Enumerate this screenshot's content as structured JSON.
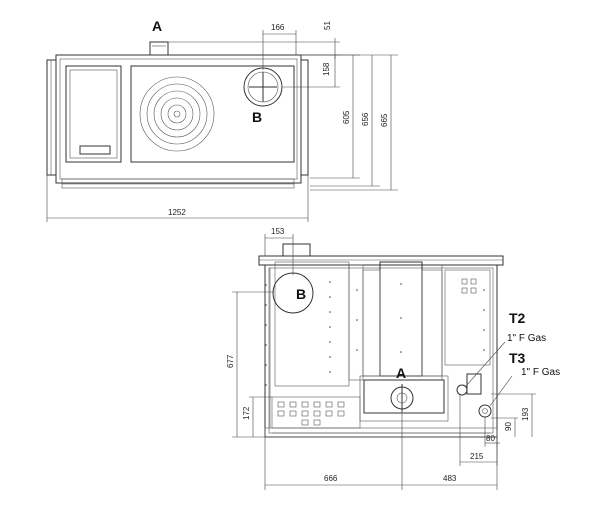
{
  "labels": {
    "A_top": "A",
    "B_top": "B",
    "B_front": "B",
    "A_front": "A",
    "T2": "T2",
    "T2_desc": "1\" F Gas",
    "T3": "T3",
    "T3_desc": "1\" F Gas"
  },
  "dimensions": {
    "top_166": "166",
    "top_51": "51",
    "top_158": "158",
    "top_605": "605",
    "top_656": "656",
    "top_665": "665",
    "top_1252": "1252",
    "front_153": "153",
    "front_677": "677",
    "front_172": "172",
    "front_193": "193",
    "front_90": "90",
    "front_80": "80",
    "front_215": "215",
    "front_666": "666",
    "front_483": "483"
  },
  "colors": {
    "line": "#333333",
    "background": "#ffffff"
  }
}
